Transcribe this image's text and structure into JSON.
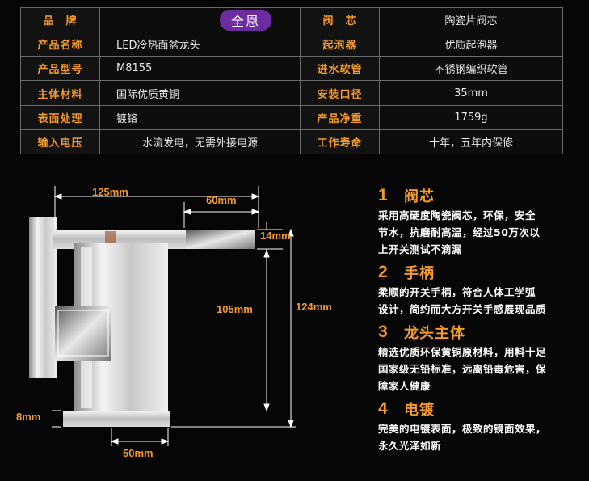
{
  "spec_rows": [
    {
      "label1": "品　牌",
      "value1": "全恩",
      "label2": "阀　芯",
      "value2": "陶瓷片阀芯"
    },
    {
      "label1": "产品名称",
      "value1": "LED冷热面盆龙头",
      "label2": "起泡器",
      "value2": "优质起泡器"
    },
    {
      "label1": "产品型号",
      "value1": "M8155",
      "label2": "进水软管",
      "value2": "不锈钢编织软管"
    },
    {
      "label1": "主体材料",
      "value1": "国际优质黄铜",
      "label2": "安装口径",
      "value2": "35mm"
    },
    {
      "label1": "表面处理",
      "value1": "镀铬",
      "label2": "产品净重",
      "value2": "1759g"
    },
    {
      "label1": "输入电压",
      "value1": "水流发电，无需外接电源",
      "label2": "工作寿命",
      "value2": "十年，五年内保修"
    }
  ],
  "dimensions": {
    "top_length": "125mm",
    "spout_length": "60mm",
    "spout_height": "14mm",
    "spout_clearance": "105mm",
    "total_height": "124mm",
    "base_height": "8mm",
    "base_width": "50mm"
  },
  "features": [
    {
      "num": "1",
      "title": "阀芯",
      "lines": [
        "采用高硬度陶瓷阀芯，环保，安全",
        "节水，抗磨耐高温，经过50万次以",
        "上开关测试不滴漏"
      ]
    },
    {
      "num": "2",
      "title": "手柄",
      "lines": [
        "柔顺的开关手柄，符合人体工学弧",
        "设计，简约而大方开关手感展现品质"
      ]
    },
    {
      "num": "3",
      "title": "龙头主体",
      "lines": [
        "精选优质环保黄铜原材料，用料十足",
        "国家级无铅标准，远离铅毒危害，保",
        "障家人健康"
      ]
    },
    {
      "num": "4",
      "title": "电镀",
      "lines": [
        "完美的电镀表面，极致的镜面效果，",
        "永久光泽如新"
      ]
    }
  ],
  "colors": {
    "accent": "#f39a2a",
    "brand_badge": "#6e2ba0",
    "background": "#060606"
  }
}
